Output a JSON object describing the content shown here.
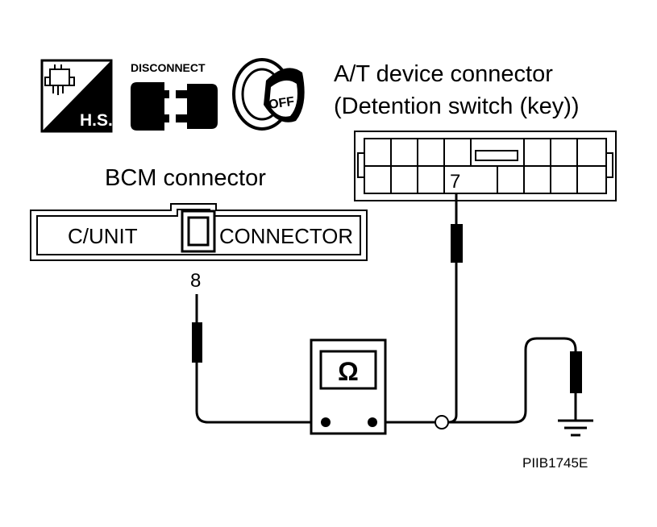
{
  "icons": {
    "harness_label": "H.S.",
    "disconnect_label": "DISCONNECT",
    "ignition_label": "OFF"
  },
  "at_connector": {
    "title_line1": "A/T device connector",
    "title_line2": "(Detention switch (key))",
    "pin": "7"
  },
  "bcm_connector": {
    "title": "BCM connector",
    "left_label": "C/UNIT",
    "right_label": "CONNECTOR",
    "pin": "8"
  },
  "meter": {
    "symbol": "Ω"
  },
  "ground": {
    "icon": "ground-icon"
  },
  "figure_id": "PIIB1745E"
}
